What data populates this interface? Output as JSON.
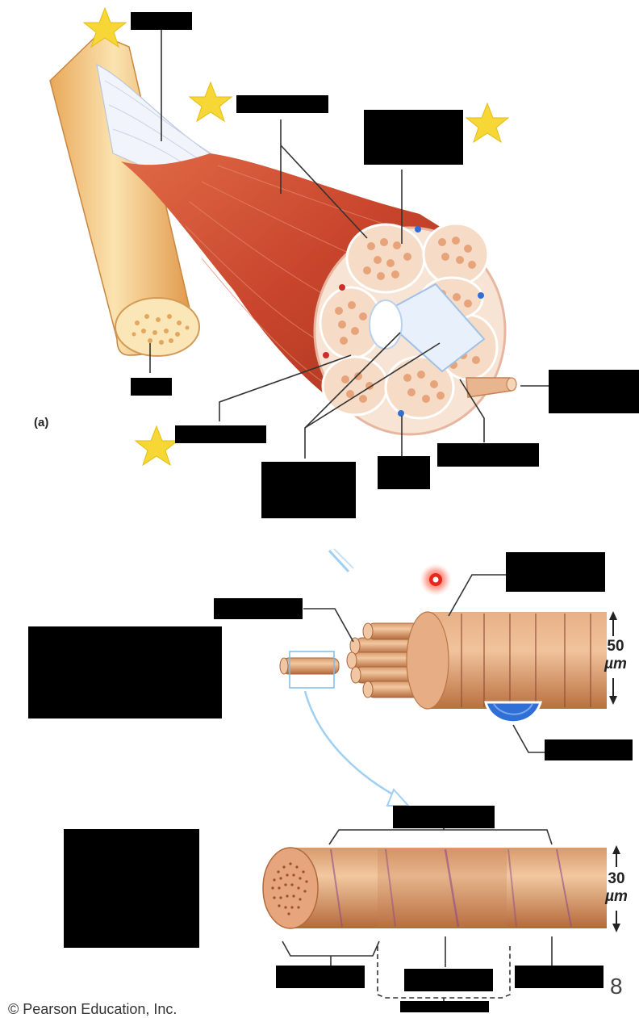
{
  "panel_label": "(a)",
  "scale_bars": {
    "fiber_value": "50",
    "fiber_unit": "µm",
    "myofibril_value": "30",
    "myofibril_unit": "µm"
  },
  "page_number": "8",
  "footer_credit": "© Pearson Education, Inc.",
  "colors": {
    "muscle_red": "#c8452c",
    "tendon_white": "#eef2f8",
    "bone_tan": "#f0c27a",
    "fascicle_pink": "#f6dcc6",
    "fiber_tan": "#d9986a",
    "nucleus_blue": "#2f6fd6",
    "label_mask": "#000000",
    "star_yellow": "#f7d736"
  }
}
